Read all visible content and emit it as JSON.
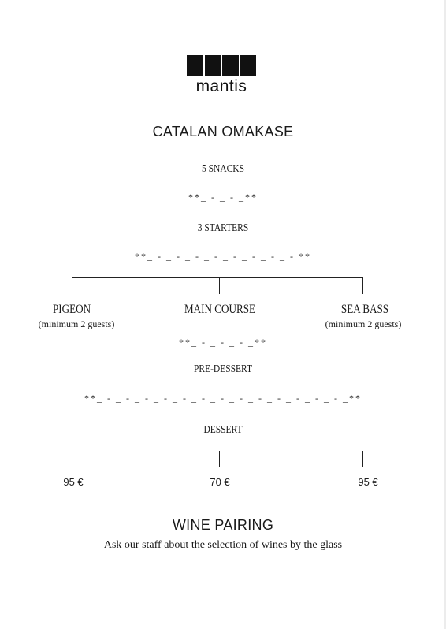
{
  "brand": {
    "name": "mantis"
  },
  "menu": {
    "title": "CATALAN OMAKASE",
    "snacks": "5 SNACKS",
    "separator_1": "**_ - _ - _**",
    "starters": "3 STARTERS",
    "separator_2": "**_ - _ - _ - _ - _ - _ - _ - _ -  **",
    "mains": [
      {
        "name": "PIGEON",
        "note": "(minimum 2 guests)",
        "price": "95 €"
      },
      {
        "name": "MAIN COURSE",
        "note": "",
        "price": "70 €"
      },
      {
        "name": "SEA BASS",
        "note": "(minimum 2 guests)",
        "price": "95 €"
      }
    ],
    "separator_3": "**_ - _ - _ - _**",
    "pre_dessert": "PRE-DESSERT",
    "separator_4": "**_ - _ - _ - _ - _ - _ - _ - _ - _ - _ - _ - _ - _ - _**",
    "dessert": "DESSERT"
  },
  "wine": {
    "title": "WINE PAIRING",
    "subtitle": "Ask our staff about the selection of wines by the glass"
  }
}
